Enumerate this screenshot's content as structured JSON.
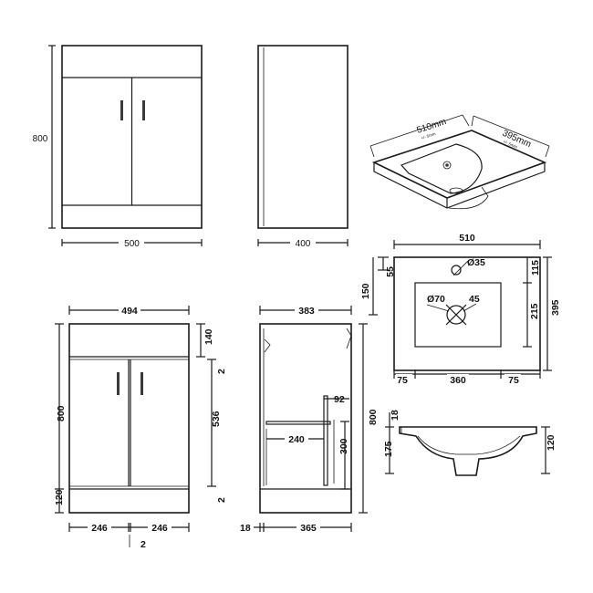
{
  "views": {
    "front_simple": {
      "height": "800",
      "width": "500"
    },
    "side_simple": {
      "depth": "400"
    },
    "basin_3d": {
      "width": "510mm",
      "depth": "395mm",
      "tolerance_w": "+/- 5mm",
      "tolerance_d": "+/- 5mm"
    },
    "basin_top": {
      "width": "510",
      "tap_hole": "Ø35",
      "waste": "Ø70",
      "waste_angle": "45",
      "top_margin": "55",
      "left_offset": "150",
      "right_top": "115",
      "right_mid": "215",
      "total_depth": "395",
      "bottom_left": "75",
      "bottom_mid": "360",
      "bottom_right": "75"
    },
    "basin_section": {
      "top_thickness": "18",
      "bowl_depth": "175",
      "overall_depth": "120"
    },
    "front_detailed": {
      "width": "494",
      "height": "800",
      "top_panel": "140",
      "gap_top": "2",
      "door_height": "536",
      "gap_bottom": "2",
      "plinth": "120",
      "door_left": "246",
      "door_right": "246",
      "center_gap": "2"
    },
    "side_detailed": {
      "depth": "383",
      "height": "800",
      "shelf_depth": "92",
      "shelf_width": "240",
      "shelf_height": "300",
      "back_gap": "18",
      "base_depth": "365"
    }
  }
}
